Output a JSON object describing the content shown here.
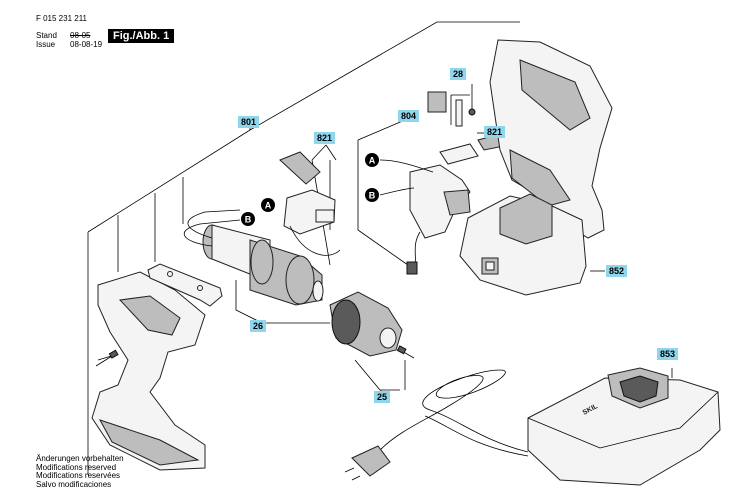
{
  "header": {
    "doc_number": "F 015 231 211",
    "stand_label": "Stand",
    "stand_old_date": "08-05",
    "issue_label": "Issue",
    "issue_date": "08-08-19",
    "fig_label": "Fig./Abb. 1"
  },
  "callouts": [
    "801",
    "821",
    "28",
    "804",
    "821",
    "852",
    "26",
    "25",
    "853"
  ],
  "connectors": [
    "A",
    "B",
    "A",
    "B"
  ],
  "footer": [
    "Änderungen vorbehalten",
    "Modifications reserved",
    "Modifications reservées",
    "Salvo modificaciones"
  ],
  "charger_brand": "SKIL"
}
